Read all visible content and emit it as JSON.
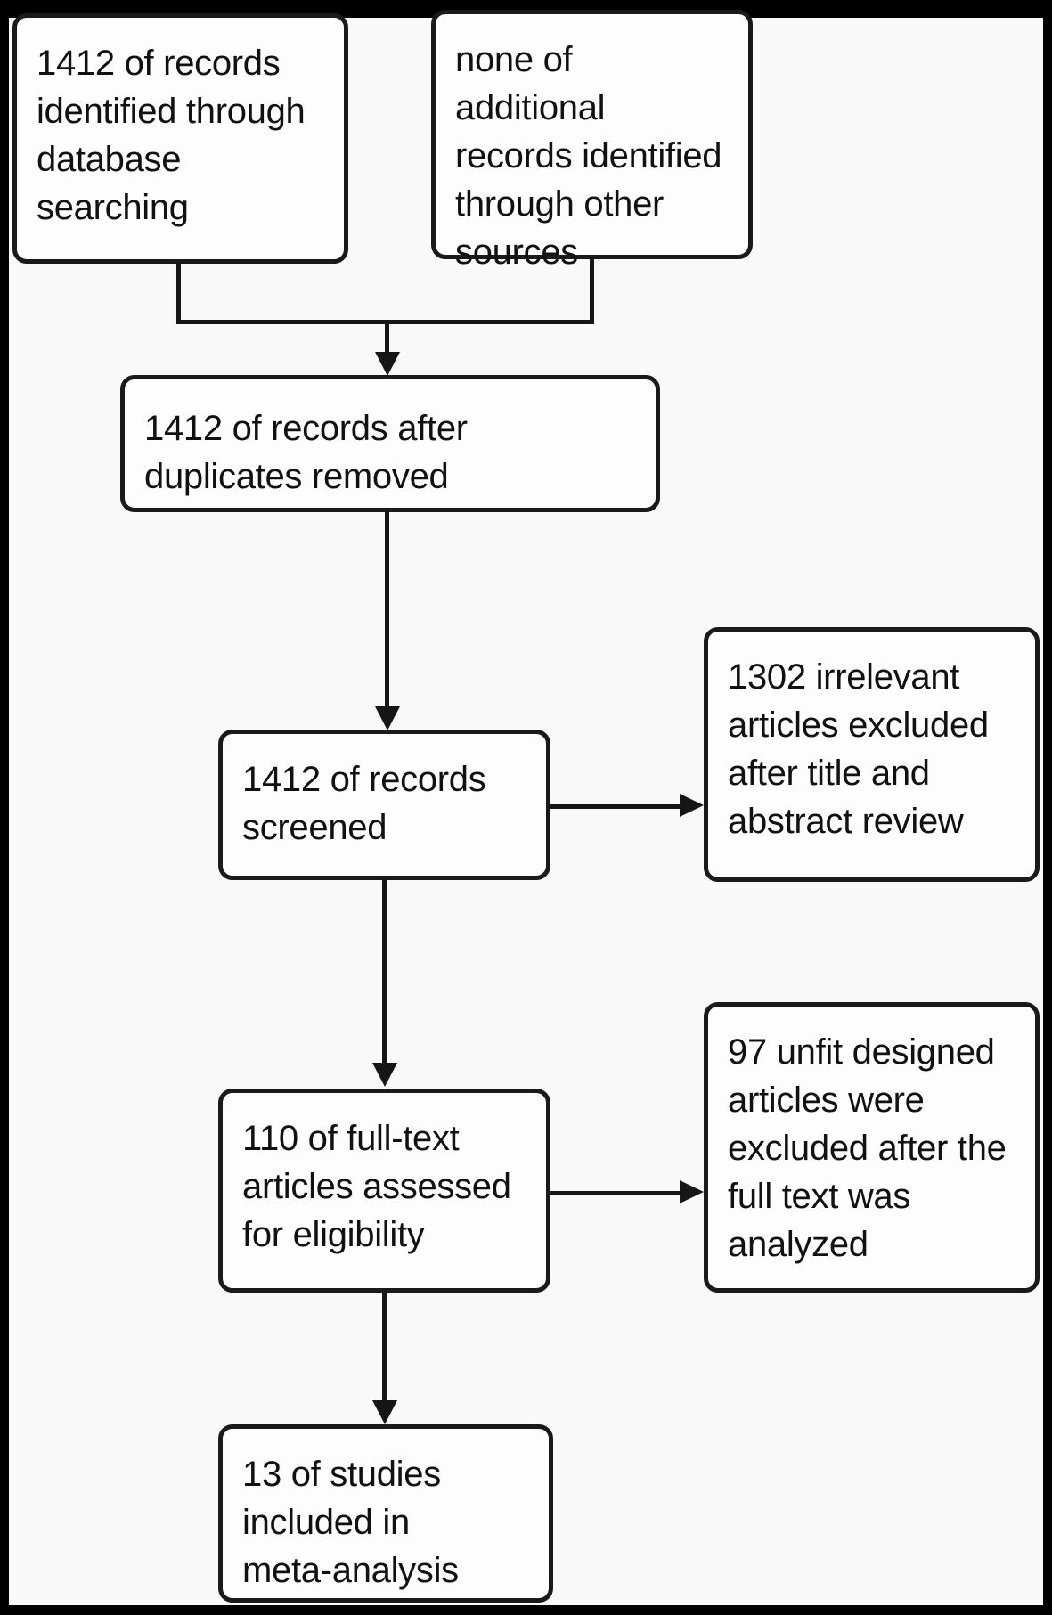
{
  "diagram": {
    "type": "prisma-flowchart",
    "boxes": {
      "identified_database": {
        "text": "1412 of records\nidentified through\ndatabase\nsearching"
      },
      "identified_other_sources": {
        "text": "none of additional\nrecords identified\nthrough other\nsources"
      },
      "after_duplicates": {
        "text": "1412 of records after\nduplicates removed"
      },
      "screened": {
        "text": "1412 of records\nscreened"
      },
      "excluded_title_abstract": {
        "text": "1302 irrelevant\narticles excluded\nafter title and\nabstract review"
      },
      "fulltext_assessed": {
        "text": "110 of full-text\narticles assessed\nfor eligibility"
      },
      "excluded_fulltext": {
        "text": "97 unfit designed\narticles were\nexcluded after the\nfull text was\nanalyzed"
      },
      "included_meta_analysis": {
        "text": "13 of studies\nincluded in\nmeta-analysis"
      }
    },
    "colors": {
      "frame": "#000000",
      "panel": "#f9f9f9",
      "box_fill": "#fdfdfd",
      "stroke": "#1a1a1a",
      "text": "#111111"
    }
  }
}
